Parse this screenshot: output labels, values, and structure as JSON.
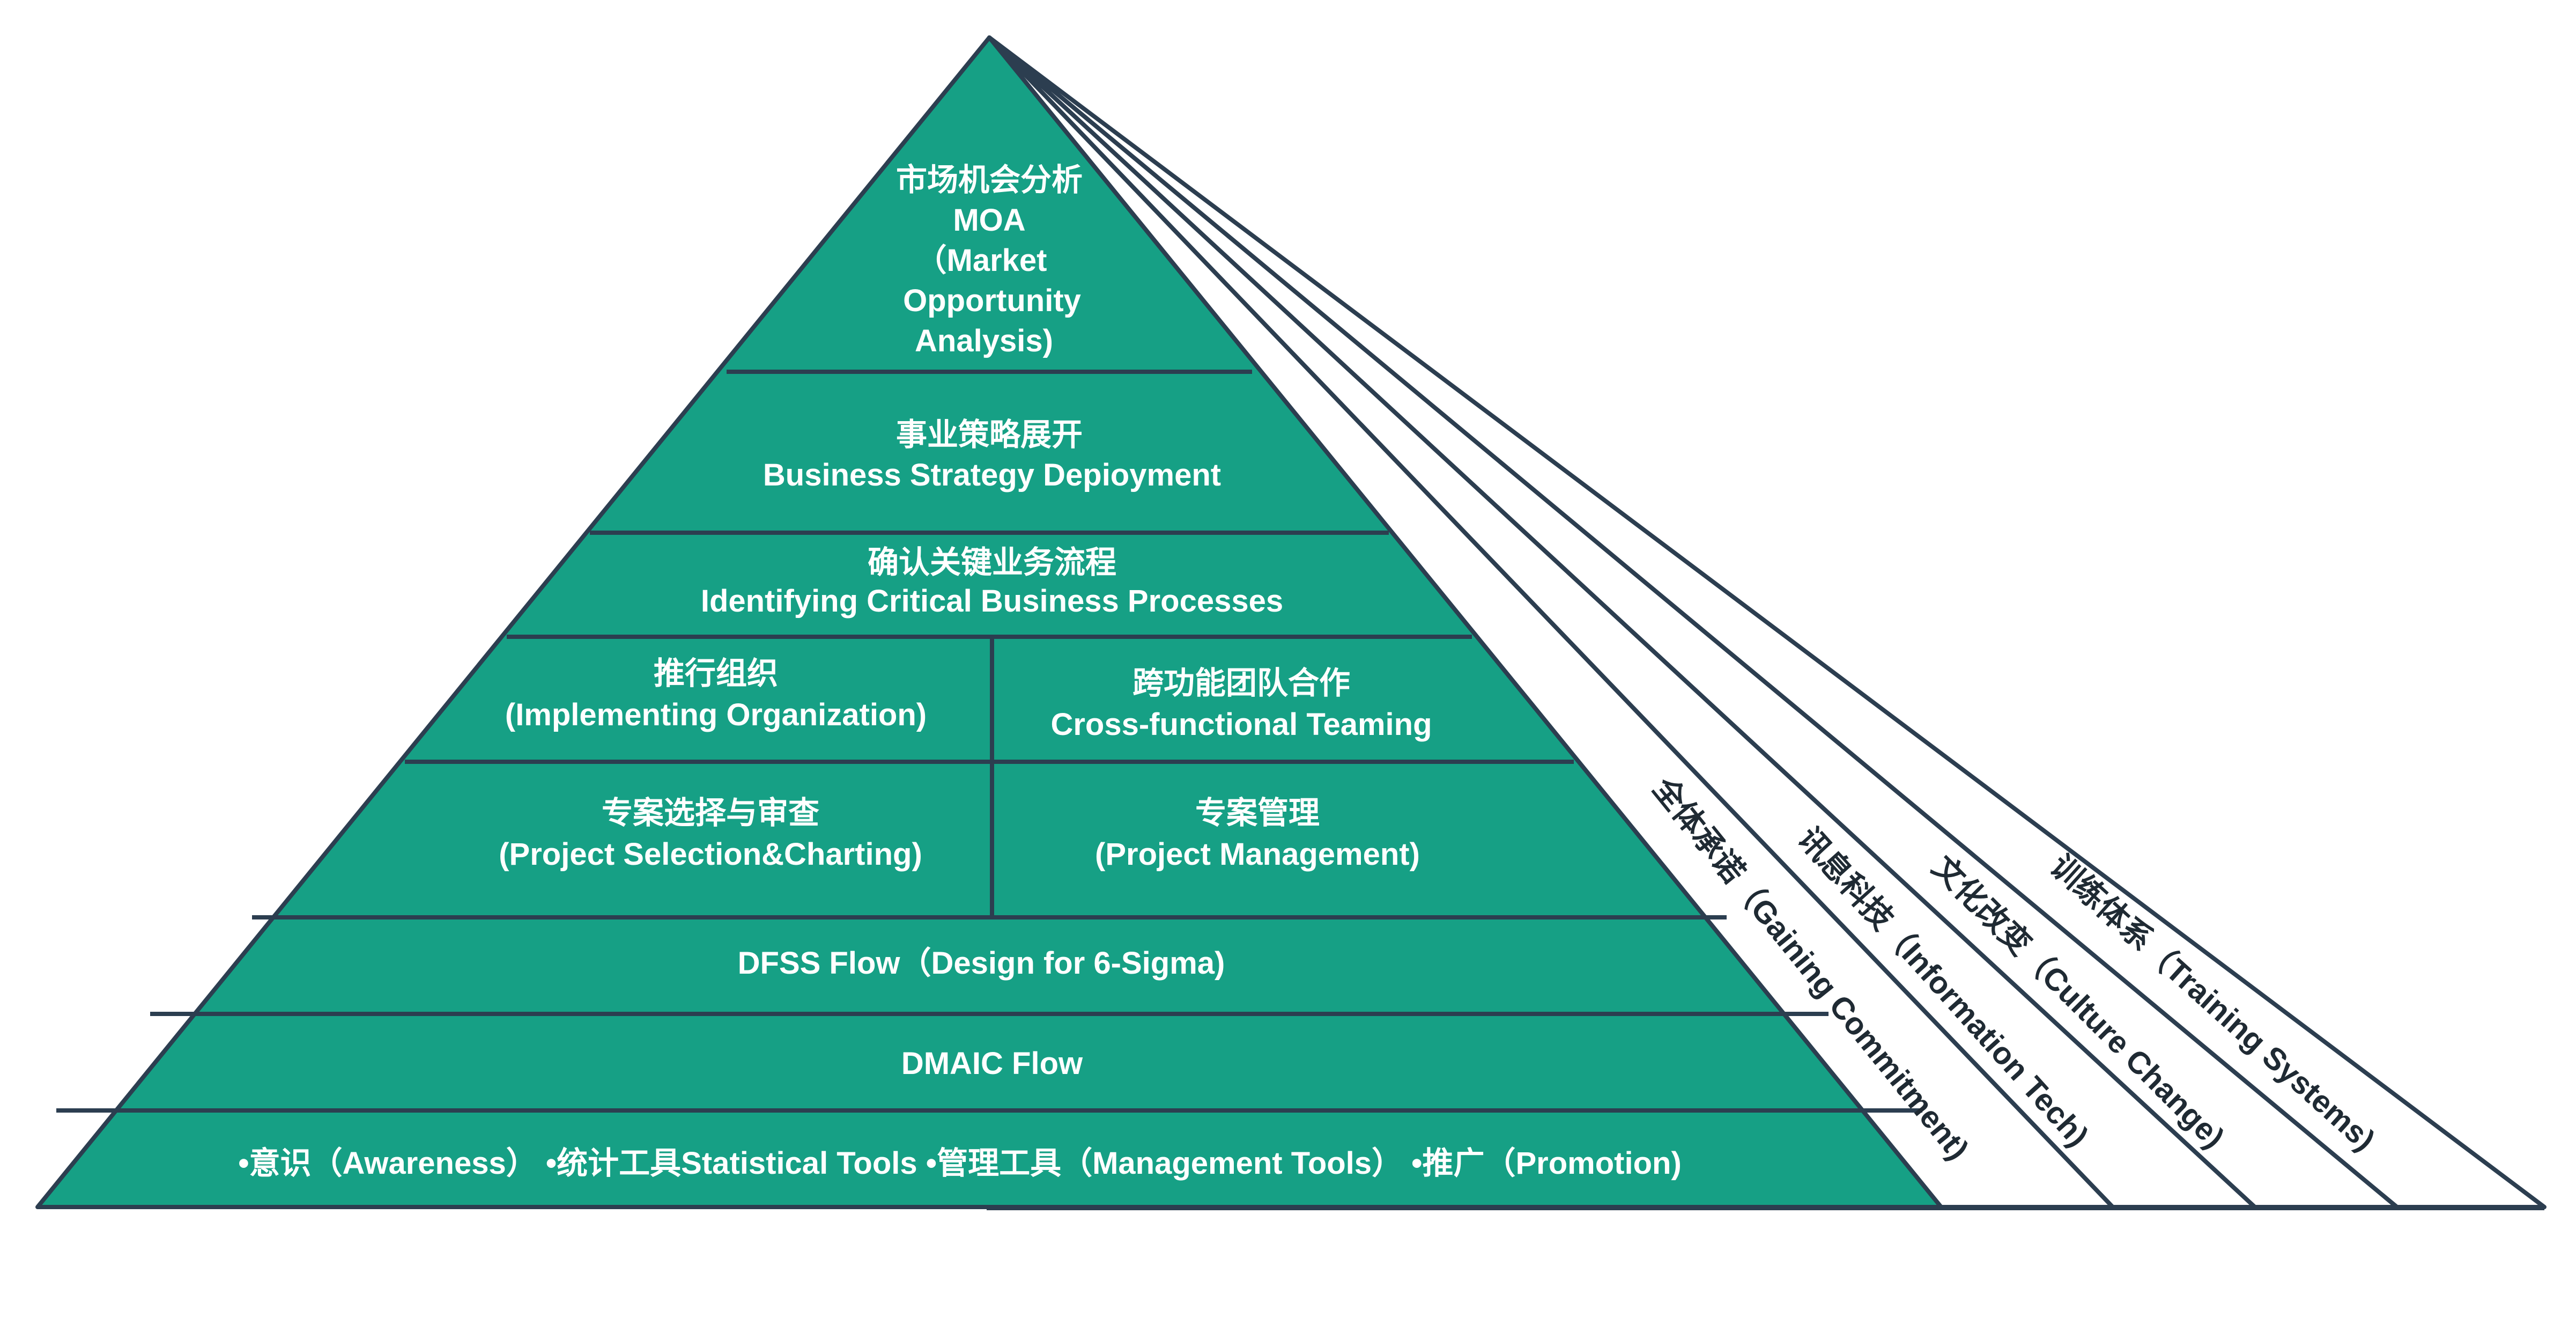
{
  "colors": {
    "fill": "#16a085",
    "stroke": "#2c3e50",
    "label": "#ffffff",
    "side_label": "#1f2a33"
  },
  "pyramid": {
    "moa": [
      "市场机会分析",
      "MOA",
      "（Market",
      "Opportunity",
      "Analysis)"
    ],
    "strategy": [
      "事业策略展开",
      "Business Strategy Depioyment"
    ],
    "processes": [
      "确认关键业务流程",
      "Identifying Critical Business Processes"
    ],
    "organization": [
      "推行组织",
      "(Implementing Organization)"
    ],
    "teaming": [
      "跨功能团队合作",
      "Cross-functional Teaming"
    ],
    "selection": [
      "专案选择与审查",
      "(Project Selection&Charting)"
    ],
    "management": [
      "专案管理",
      "(Project Management)"
    ],
    "dfss": "DFSS Flow（Design for 6-Sigma)",
    "dmaic": "DMAIC  Flow",
    "foundation": "•意识（Awareness） •统计工具Statistical Tools •管理工具（Management Tools）  •推广（Promotion)"
  },
  "supports": [
    "全体承诺（Gaining Commitment)",
    "讯息科技（Information Tech)",
    "文化改变（Culture Change)",
    "训练体系（Training Systems)"
  ]
}
